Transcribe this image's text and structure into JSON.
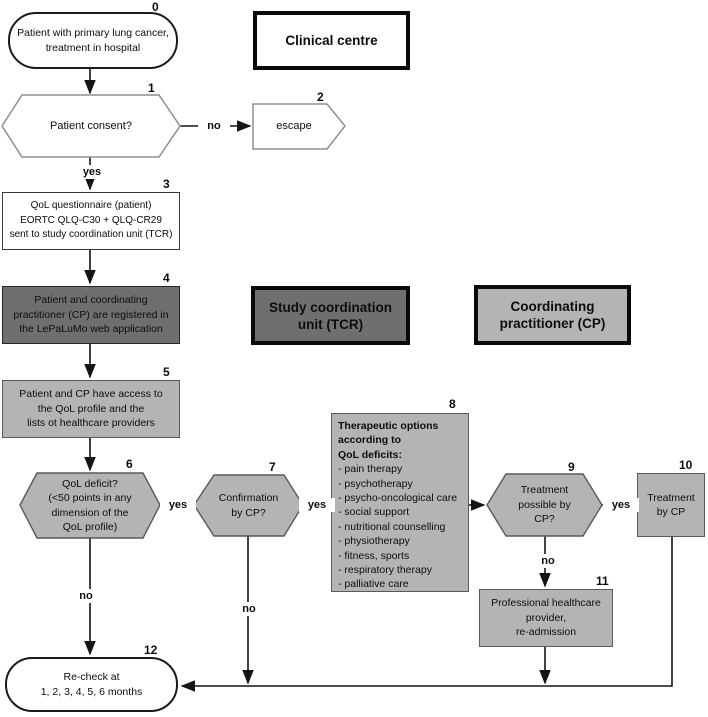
{
  "labels": {
    "yes": "yes",
    "no": "no"
  },
  "nodes": {
    "n0": {
      "num": "0",
      "text": "Patient with primary lung cancer,\ntreatment in hospital"
    },
    "n1": {
      "num": "1",
      "text": "Patient consent?"
    },
    "n2": {
      "num": "2",
      "text": "escape"
    },
    "n3": {
      "num": "3",
      "text": "QoL questionnaire (patient)\nEORTC QLQ-C30 + QLQ-CR29\nsent to study coordination unit (TCR)"
    },
    "n4": {
      "num": "4",
      "text": "Patient and coordinating\npractitioner (CP) are registered in\nthe LePaLuMo web application"
    },
    "n5": {
      "num": "5",
      "text": "Patient and CP have access to\nthe QoL profile and the\nlists ot healthcare providers"
    },
    "n6": {
      "num": "6",
      "text": "QoL deficit?\n(<50 points in any\ndimension of the\nQoL profile)"
    },
    "n7": {
      "num": "7",
      "text": "Confirmation\nby CP?"
    },
    "n8": {
      "num": "8",
      "title": "Therapeutic options\naccording to\nQoL deficits:",
      "items": "- pain therapy\n- psychotherapy\n- psycho-oncological care\n- social support\n- nutritional counselling\n- physiotherapy\n- fitness, sports\n- respiratory therapy\n- palliative care"
    },
    "n9": {
      "num": "9",
      "text": "Treatment\npossible by\nCP?"
    },
    "n10": {
      "num": "10",
      "text": "Treatment\nby CP"
    },
    "n11": {
      "num": "11",
      "text": "Professional healthcare\nprovider,\nre-admission"
    },
    "n12": {
      "num": "12",
      "text": "Re-check at\n1, 2, 3, 4, 5, 6 months"
    }
  },
  "legend": {
    "clinical_centre": "Clinical centre",
    "study_unit": "Study coordination\nunit (TCR)",
    "cp": "Coordinating\npractitioner (CP)"
  },
  "colors": {
    "shape_light_gray": "#b4b4b4",
    "shape_dark_gray": "#6f6f6f",
    "shape_white": "#ffffff",
    "line_black": "#141414",
    "border_gray": "#5a5a5a"
  }
}
